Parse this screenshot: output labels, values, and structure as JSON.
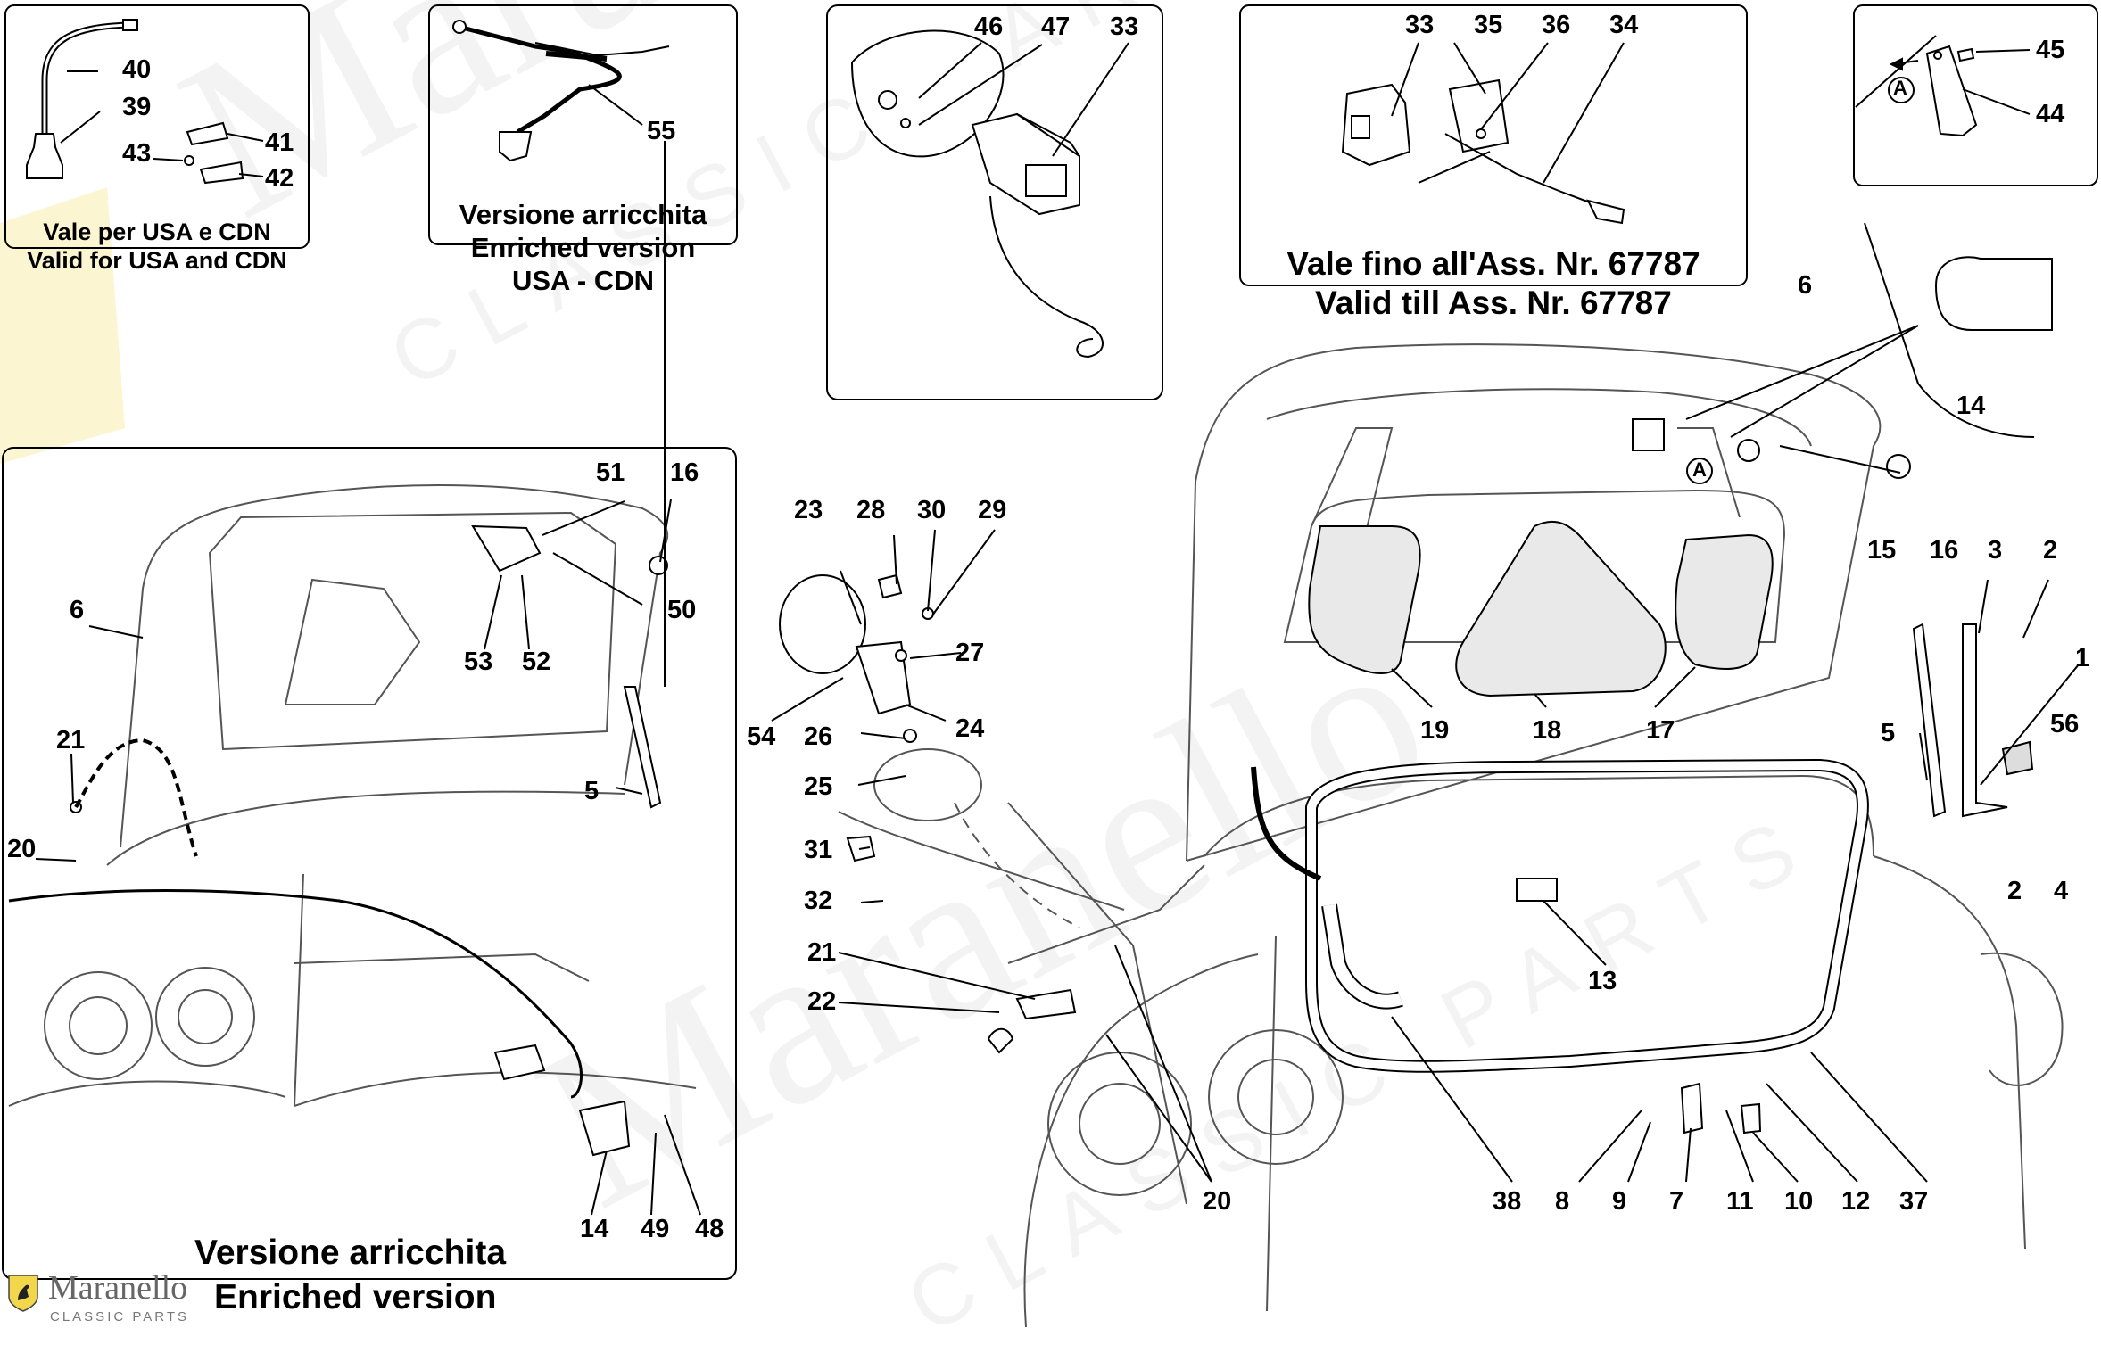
{
  "captions": {
    "usa_cdn_it": "Vale per USA e CDN",
    "usa_cdn_en": "Valid for USA and CDN",
    "enriched_usa_it": "Versione arricchita",
    "enriched_usa_en": "Enriched version",
    "enriched_usa_region": "USA - CDN",
    "valid_till_it": "Vale fino all'Ass. Nr. 67787",
    "valid_till_en": "Valid till Ass. Nr. 67787",
    "enriched_it": "Versione arricchita",
    "enriched_en": "Enriched version"
  },
  "callouts": {
    "n40": "40",
    "n39": "39",
    "n43": "43",
    "n41": "41",
    "n42": "42",
    "n55": "55",
    "n46": "46",
    "n47": "47",
    "n33a": "33",
    "n33b": "33",
    "n35": "35",
    "n36": "36",
    "n34": "34",
    "n45": "45",
    "n44": "44",
    "nA1": "A",
    "n6a": "6",
    "n14a": "14",
    "nA2": "A",
    "n15": "15",
    "n16a": "16",
    "n3": "3",
    "n2a": "2",
    "n1": "1",
    "n5a": "5",
    "n56": "56",
    "n2b": "2",
    "n4": "4",
    "n19": "19",
    "n18": "18",
    "n17": "17",
    "n13": "13",
    "n38": "38",
    "n8": "8",
    "n9": "9",
    "n7": "7",
    "n11": "11",
    "n10": "10",
    "n12": "12",
    "n37": "37",
    "n20a": "20",
    "n23": "23",
    "n28": "28",
    "n30": "30",
    "n29": "29",
    "n27": "27",
    "n54": "54",
    "n26": "26",
    "n24": "24",
    "n25": "25",
    "n31": "31",
    "n32": "32",
    "n21a": "21",
    "n22": "22",
    "n51": "51",
    "n16b": "16",
    "n6b": "6",
    "n50": "50",
    "n53": "53",
    "n52": "52",
    "n21b": "21",
    "n20b": "20",
    "n5b": "5",
    "n14b": "14",
    "n49": "49",
    "n48": "48"
  },
  "watermark": {
    "brand": "Maranello",
    "tagline": "CLASSIC PARTS",
    "logo_name": "Maranello",
    "logo_tagline": "CLASSIC PARTS"
  }
}
